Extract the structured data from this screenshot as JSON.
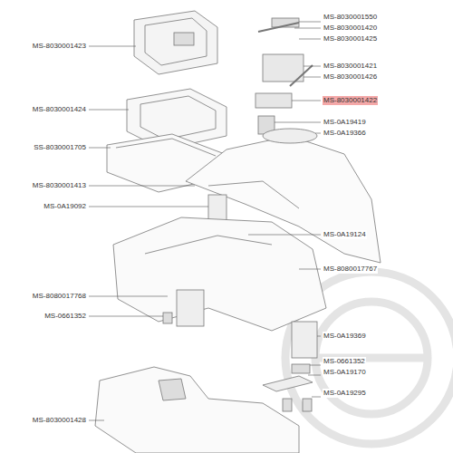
{
  "diagram": {
    "labels": [
      "MS-8030001423",
      "MS-8030001424",
      "SS-8030001705",
      "MS-8030001413",
      "MS-0A19092",
      "MS-8080017768",
      "MS-0661352",
      "MS-8030001428",
      "MS-8030001550",
      "MS-8030001420",
      "MS-8030001425",
      "MS-8030001421",
      "MS-8030001426",
      "MS-8030001422",
      "MS-0A19419",
      "MS-0A19366",
      "MS-0A19124",
      "MS-8080017767",
      "MS-0A19369",
      "MS-0661352",
      "MS-0A19170",
      "MS-0A19295"
    ]
  }
}
